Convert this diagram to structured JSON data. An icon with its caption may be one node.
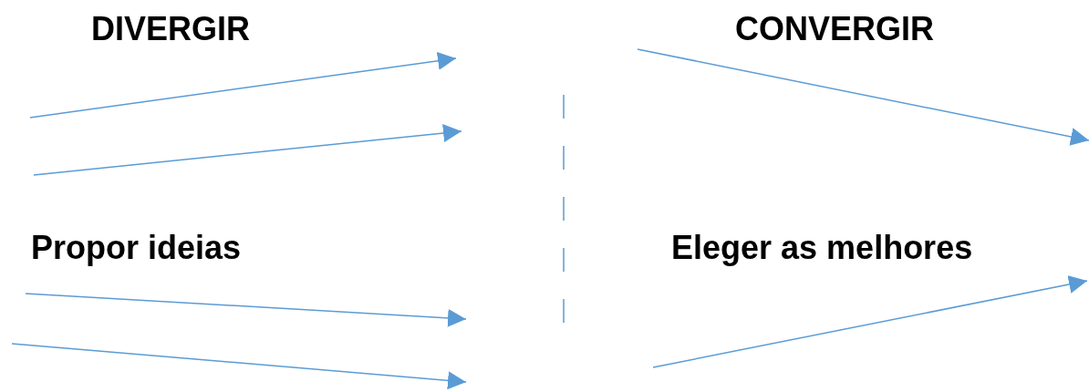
{
  "diagram": {
    "labels": [
      "DIVERGIR",
      "CONVERGIR",
      "Propor ideias",
      "Eleger as melhores"
    ]
  }
}
